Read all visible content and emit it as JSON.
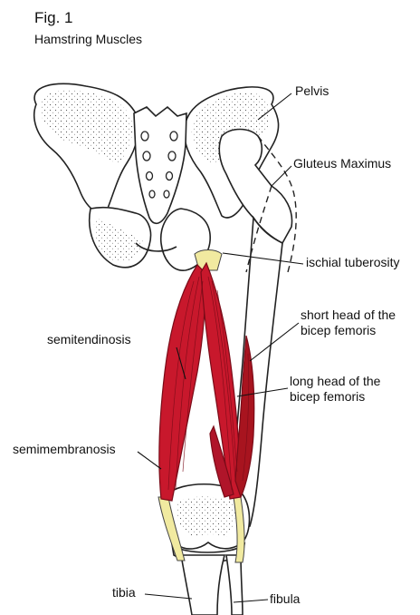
{
  "figure": {
    "title": "Fig. 1",
    "subtitle": "Hamstring Muscles"
  },
  "labels": {
    "pelvis": "Pelvis",
    "gluteus_maximus": "Gluteus Maximus",
    "ischial_tuberosity": "ischial tuberosity",
    "short_head_line1": "short head of the",
    "short_head_line2": "bicep femoris",
    "semitendinosis": "semitendinosis",
    "long_head_line1": "long head of the",
    "long_head_line2": "bicep femoris",
    "semimembranosis": "semimembranosis",
    "tibia": "tibia",
    "fibula": "fibula"
  },
  "colors": {
    "muscle": "#c8182c",
    "muscle_dark": "#8e0d1c",
    "tendon": "#f1eaa0",
    "bone_outline": "#222222",
    "bone_fill": "#ffffff"
  }
}
